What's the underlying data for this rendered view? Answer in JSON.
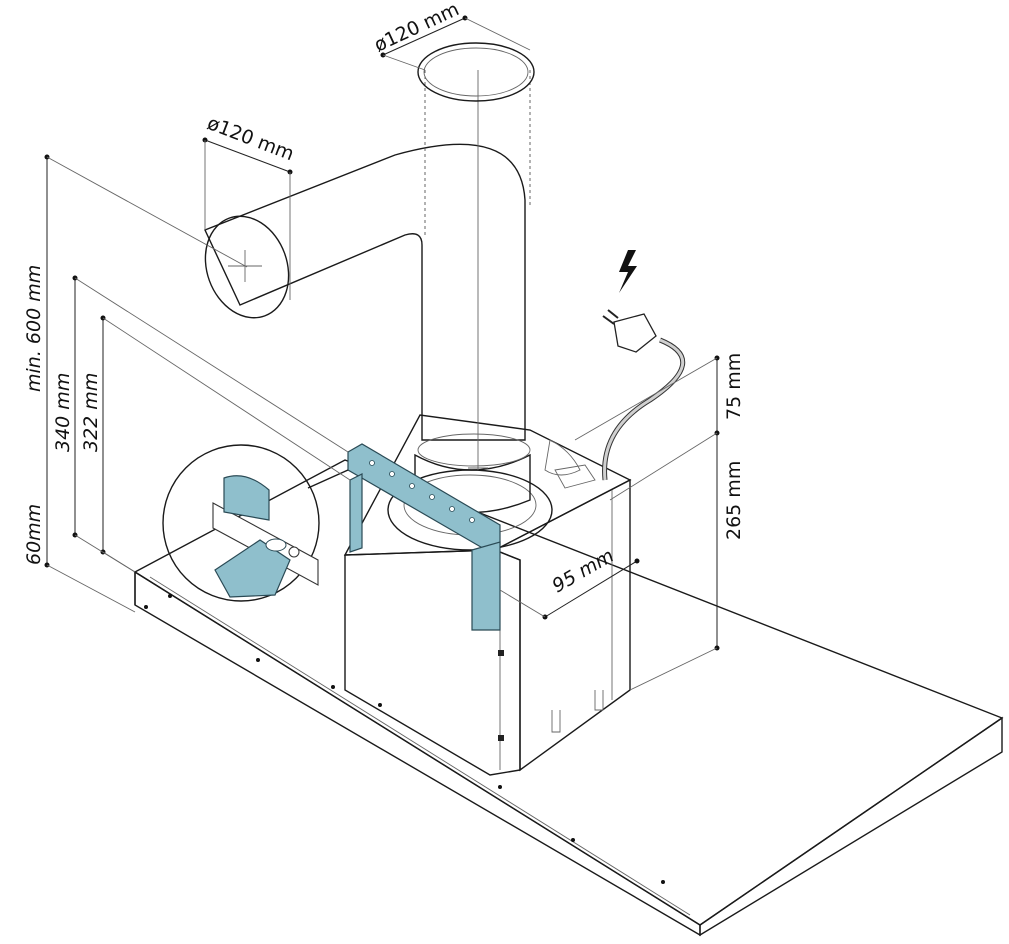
{
  "colors": {
    "background": "#ffffff",
    "line": "#1a1a1a",
    "duct_fill": "#ffffff",
    "opening_fill": "#d9d9d9",
    "bracket_fill": "#8fbfcc",
    "zoom_fill": "#f3f3f3"
  },
  "icons": {
    "power": "lightning-bolt",
    "plug": "power-plug"
  },
  "dimensions": {
    "duct_top_diameter": "ø120 mm",
    "duct_side_diameter": "ø120 mm",
    "min_height": "min. 600 mm",
    "bracket_height_a": "340 mm",
    "bracket_height_b": "322 mm",
    "base_thickness": "60mm",
    "cable_offset": "75 mm",
    "box_height": "265 mm",
    "box_depth_offset": "95 mm"
  }
}
